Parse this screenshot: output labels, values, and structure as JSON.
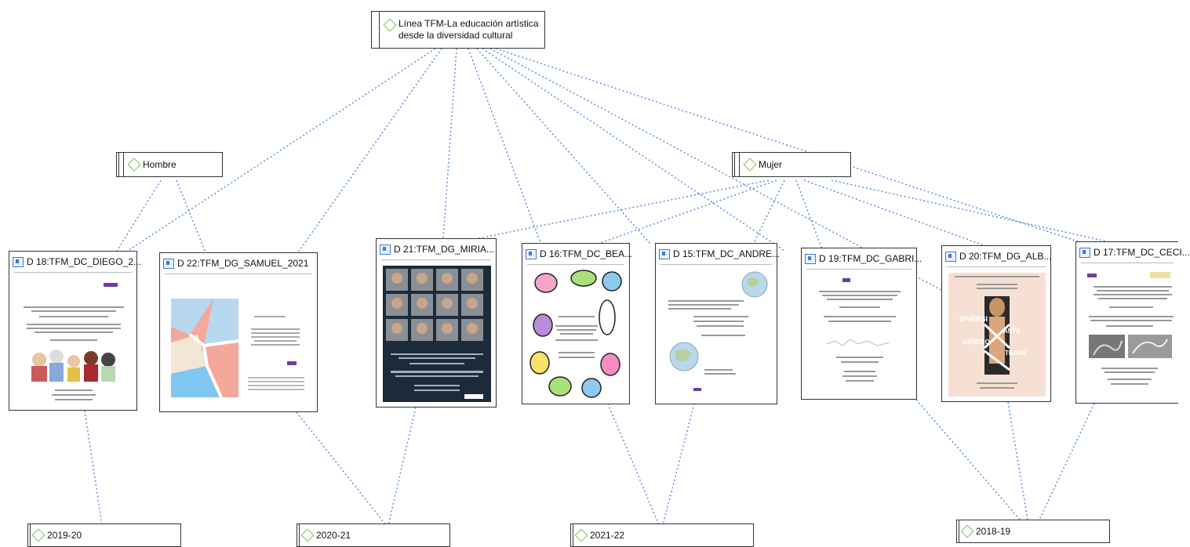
{
  "root": {
    "line1": "Línea TFM-La educación artística",
    "line2": "desde la diversidad cultural"
  },
  "codes": {
    "hombre": "Hombre",
    "mujer": "Mujer",
    "y2019": "2019-20",
    "y2020": "2020-21",
    "y2021": "2021-22",
    "y2018": "2018-19"
  },
  "documents": {
    "d18": "D 18:TFM_DC_DIEGO_2...",
    "d22": "D 22:TFM_DG_SAMUEL_2021",
    "d21": "D 21:TFM_DG_MIRIA...",
    "d16": "D 16:TFM_DC_BEA...",
    "d15": "D 15:TFM_DC_ANDRE...",
    "d19": "D 19:TFM_DC_GABRI...",
    "d20": "D 20:TFM_DG_ALB...",
    "d17": "D 17:TFM_DC_CECI..."
  },
  "cover_text": {
    "d20_words": [
      "DIVERSI",
      "ANTE",
      "GÉNERO",
      "TRANS"
    ]
  },
  "colors": {
    "edge": "#5b8fd9",
    "code_icon": "#7fbf5a",
    "doc_icon": "#3a7bd5"
  }
}
